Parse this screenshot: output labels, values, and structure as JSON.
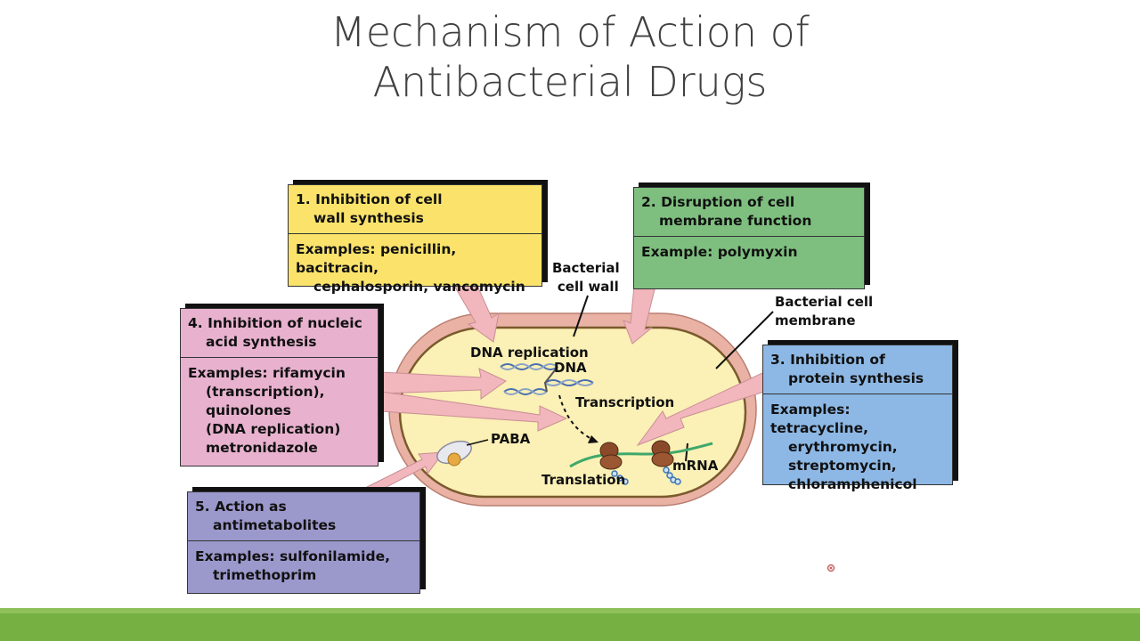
{
  "title": {
    "line1": "Mechanism of Action of",
    "line2": "Antibacterial Drugs"
  },
  "colors": {
    "box1": "#fbe36b",
    "box2": "#7ebf7f",
    "box3": "#8db8e5",
    "box4": "#e8b2cf",
    "box5": "#9b98cc",
    "cell_wall": "#e9b2a4",
    "cytoplasm": "#fbf0b5",
    "arrow": "#f2b6bd",
    "footer": "#76b043"
  },
  "boxes": {
    "b1": {
      "head1": "1. Inhibition of cell",
      "head2": "wall synthesis",
      "body1": "Examples: penicillin, bacitracin,",
      "body2": "cephalosporin, vancomycin"
    },
    "b2": {
      "head1": "2. Disruption of cell",
      "head2": "membrane function",
      "body1": "Example: polymyxin"
    },
    "b3": {
      "head1": "3. Inhibition of",
      "head2": "protein synthesis",
      "body1": "Examples: tetracycline,",
      "body2": "erythromycin,",
      "body3": "streptomycin,",
      "body4": "chloramphenicol"
    },
    "b4": {
      "head1": "4. Inhibition of nucleic",
      "head2": "acid synthesis",
      "body1": "Examples: rifamycin",
      "body2": "(transcription),",
      "body3": "quinolones",
      "body4": "(DNA replication)",
      "body5": "metronidazole"
    },
    "b5": {
      "head1": "5. Action as",
      "head2": "antimetabolites",
      "body1": "Examples: sulfonilamide,",
      "body2": "trimethoprim"
    }
  },
  "labels": {
    "cell_wall_1": "Bacterial",
    "cell_wall_2": "cell wall",
    "cell_membrane_1": "Bacterial cell",
    "cell_membrane_2": "membrane",
    "dna_replication": "DNA replication",
    "dna": "DNA",
    "transcription": "Transcription",
    "paba": "PABA",
    "translation": "Translation",
    "mrna": "mRNA"
  }
}
